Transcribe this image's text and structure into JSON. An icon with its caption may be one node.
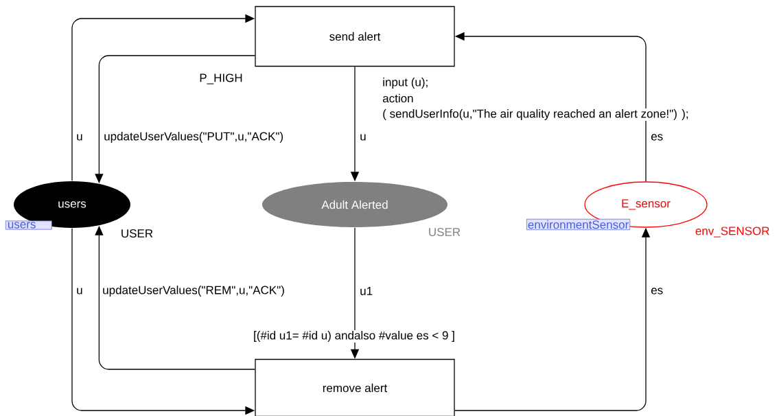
{
  "diagram": {
    "nodes": [
      {
        "text": [
          "send alert"
        ],
        "beside": [
          "P_HIGH",
          "input (u);",
          "action",
          "( sendUserInfo(u,\"The air quality reached an alert zone!\") );"
        ]
      },
      {
        "text": [
          "users"
        ],
        "beside": [
          "users",
          "USER"
        ]
      },
      {
        "text": [
          "Adult Alerted"
        ],
        "beside": [
          "USER"
        ]
      },
      {
        "text": [
          "E_sensor"
        ],
        "beside": [
          "environmentSensor",
          "env_SENSOR"
        ]
      },
      {
        "text": [
          "remove alert"
        ],
        "beside": [
          "[(#id u1= #id u) andalso #value es < 9 ]"
        ]
      }
    ],
    "edges": [
      {
        "from": 1,
        "to": 0,
        "arrow": "to",
        "label": "u"
      },
      {
        "from": 0,
        "to": 1,
        "arrow": "to",
        "label": "updateUserValues(\"PUT\",u,\"ACK\")"
      },
      {
        "from": 0,
        "to": 2,
        "arrow": "to",
        "label": "u"
      },
      {
        "from": 3,
        "to": 0,
        "arrow": "to",
        "label": "es"
      },
      {
        "from": 1,
        "to": 4,
        "arrow": "to",
        "label": "u"
      },
      {
        "from": 4,
        "to": 1,
        "arrow": "to",
        "label": "updateUserValues(\"REM\",u,\"ACK\")"
      },
      {
        "from": 2,
        "to": 4,
        "arrow": "to",
        "label": "u1"
      },
      {
        "from": 4,
        "to": 3,
        "arrow": "to",
        "label": "es"
      }
    ]
  }
}
